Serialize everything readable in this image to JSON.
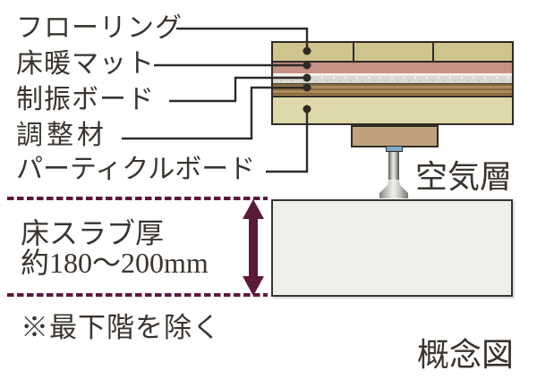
{
  "diagram": {
    "title_hint": "floor structure cross-section",
    "layer_labels": [
      {
        "label": "フローリング"
      },
      {
        "label": "床暖マット"
      },
      {
        "label": "制振ボード"
      },
      {
        "label": "調整材"
      },
      {
        "label": "パーティクルボード"
      }
    ],
    "air_layer_label": "空気層",
    "slab_caption_line1": "床スラブ厚",
    "slab_caption_line2": "約180〜200mm",
    "footnote": "※最下階を除く",
    "diagram_type_label": "概念図",
    "colors": {
      "flooring": "#cfc48d",
      "heating_mat": "#c69087",
      "damping_board": "#d9d8d3",
      "leveling_material": "#ad8c5c",
      "particle_board": "#ded8ab",
      "support_block": "#c0a17c",
      "slab": "#efefec",
      "annotation_maroon": "#5c1a3a",
      "line_black": "#2e2a27",
      "text": "#3a342f"
    }
  }
}
